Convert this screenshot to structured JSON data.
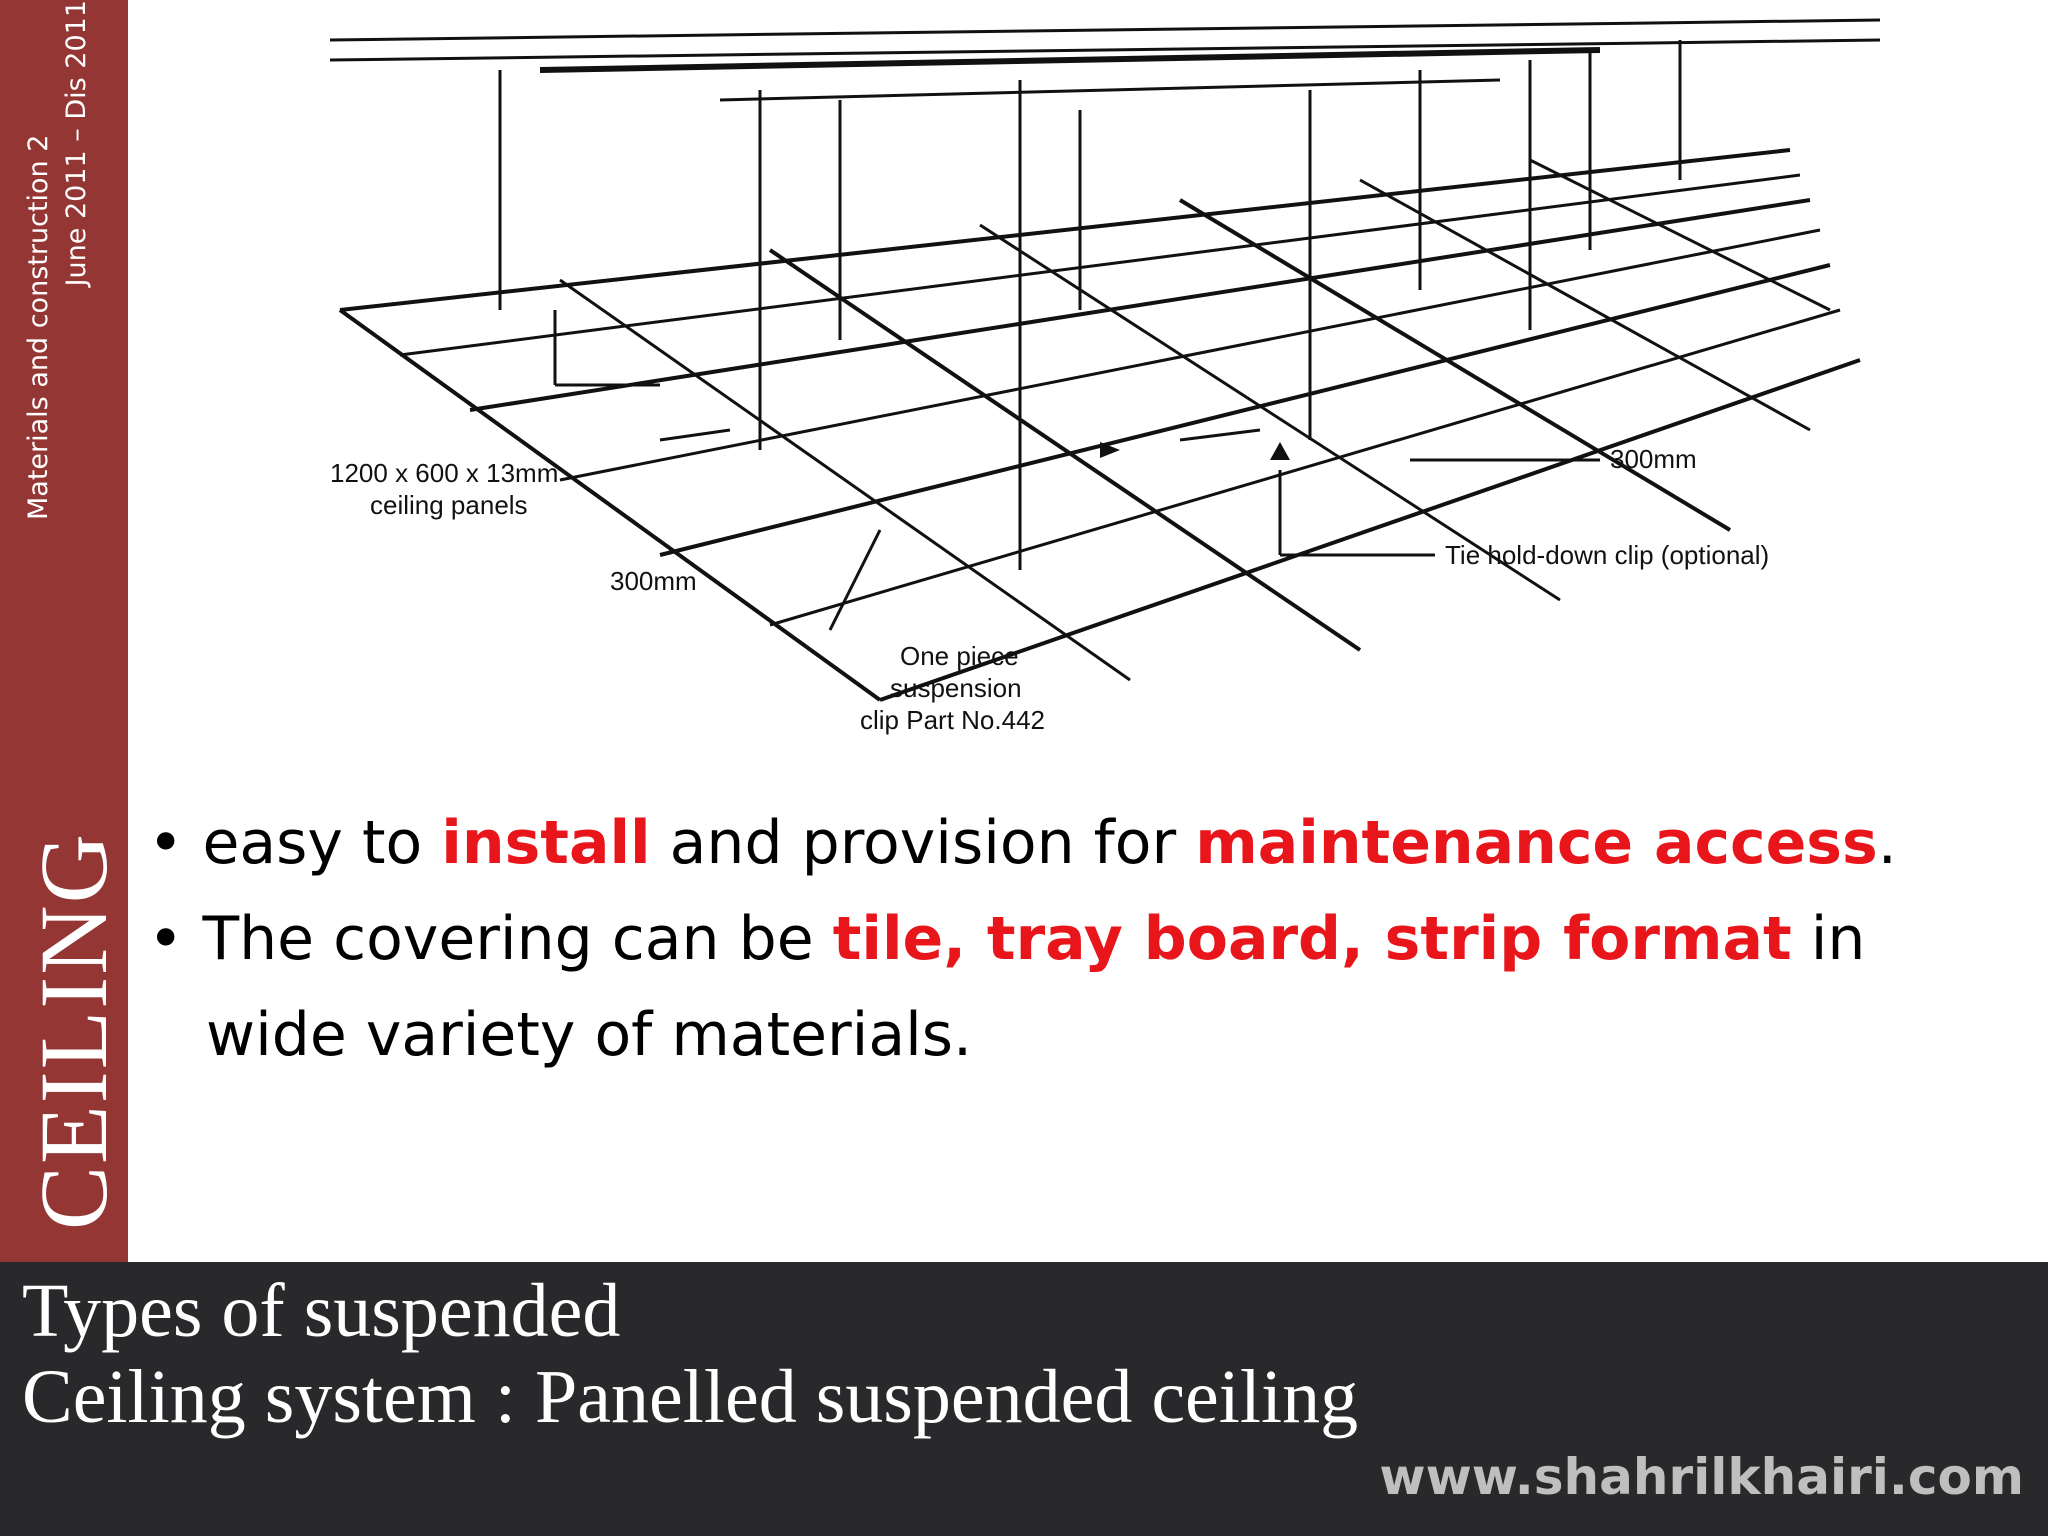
{
  "sidebar": {
    "course_line1": "Materials and construction 2",
    "course_line2": "June 2011 – Dis 2011",
    "vertical_title": "CEILING"
  },
  "diagram": {
    "label_panels_line1": "1200 x 600 x 13mm",
    "label_panels_line2": "ceiling panels",
    "label_300_left": "300mm",
    "label_300_right": "300mm",
    "label_clip_line1": "One piece",
    "label_clip_line2": "suspension",
    "label_clip_line3": "clip Part No.442",
    "label_tie": "Tie hold-down clip (optional)"
  },
  "bullets": {
    "b1_pre": "• easy to ",
    "b1_hl1": "install",
    "b1_mid": " and provision for ",
    "b1_hl2": "maintenance access",
    "b1_end": ".",
    "b2_pre": "• The covering can be ",
    "b2_hl": "tile, tray board, strip format",
    "b2_end": " in",
    "b2_cont": "wide variety of materials."
  },
  "footer": {
    "title_line1": "Types of suspended",
    "title_line2": "Ceiling system : Panelled suspended ceiling",
    "url": "www.shahrilkhairi.com"
  },
  "colors": {
    "sidebar": "#943634",
    "footer": "#29282a",
    "highlight": "#e8151b",
    "url": "#bfbfbf"
  }
}
